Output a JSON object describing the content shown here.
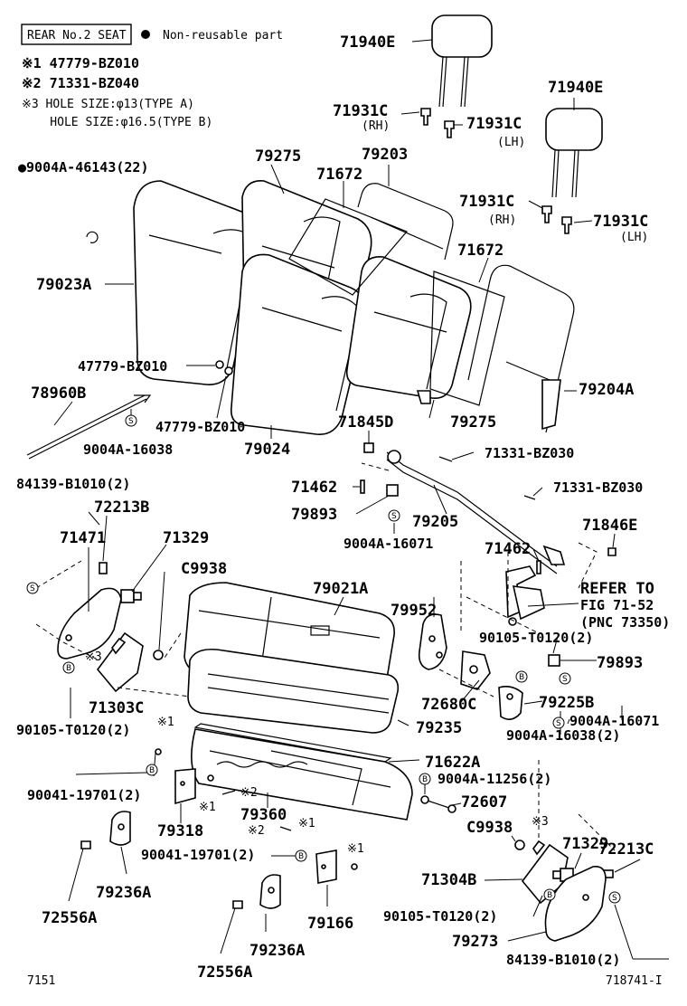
{
  "header": {
    "section_box": "REAR No.2 SEAT",
    "nonreusable_legend": "Non-reusable part",
    "notes": [
      "※1 47779-BZ010",
      "※2 71331-BZ040",
      "※3 HOLE SIZE:φ13(TYPE A)",
      "    HOLE SIZE:φ16.5(TYPE B)"
    ],
    "nonreusable_part": "●9004A-46143(22)"
  },
  "labels": {
    "l71940E_a": "71940E",
    "l71940E_b": "71940E",
    "l71931C_1": "71931C",
    "l71931C_1s": "(RH)",
    "l71931C_2": "71931C",
    "l71931C_2s": "(LH)",
    "l71931C_3": "71931C",
    "l71931C_3s": "(RH)",
    "l71931C_4": "71931C",
    "l71931C_4s": "(LH)",
    "l79275_a": "79275",
    "l79203": "79203",
    "l71672_a": "71672",
    "l71672_b": "71672",
    "l79023A": "79023A",
    "l47779_a": "47779-BZ010",
    "l47779_b": "47779-BZ010",
    "l78960B": "78960B",
    "l9004A16038": "9004A-16038",
    "l79024": "79024",
    "l71845D": "71845D",
    "l79275_b": "79275",
    "l79204A": "79204A",
    "l71331BZ030_a": "71331-BZ030",
    "l71331BZ030_b": "71331-BZ030",
    "l71462_a": "71462",
    "l79893_a": "79893",
    "l79205": "79205",
    "l9004A16071_a": "9004A-16071",
    "l71846E": "71846E",
    "l71462_b": "71462",
    "l84139_a": "84139-B1010(2)",
    "l72213B_a": "72213B",
    "l71471": "71471",
    "l71329_a": "71329",
    "lC9938_a": "C9938",
    "l79021A": "79021A",
    "l79952": "79952",
    "lrefer1": "REFER TO",
    "lrefer2": "FIG 71-52",
    "lrefer3": "(PNC 73350)",
    "l90105_a": "90105-T0120(2)",
    "l79893_b": "79893",
    "l71303C": "71303C",
    "l90105_b": "90105-T0120(2)",
    "l72680C": "72680C",
    "l79225B": "79225B",
    "l9004A16071_b": "9004A-16071",
    "l79235": "79235",
    "l9004A16038_2": "9004A-16038(2)",
    "l71622A": "71622A",
    "l90041_a": "90041-19701(2)",
    "l9004A11256": "9004A-11256(2)",
    "l72607": "72607",
    "l79318": "79318",
    "l79360": "79360",
    "lC9938_b": "C9938",
    "l71329_b": "71329",
    "l72213C": "72213C",
    "l79236A_a": "79236A",
    "l90041_b": "90041-19701(2)",
    "l71304B": "71304B",
    "l72556A_a": "72556A",
    "l79166": "79166",
    "l90105_c": "90105-T0120(2)",
    "l79273": "79273",
    "l79236A_b": "79236A",
    "l84139_b": "84139-B1010(2)",
    "l72556A_b": "72556A",
    "lx1_a": "※1",
    "lx1_b": "※1",
    "lx1_c": "※1",
    "lx1_d": "※1",
    "lx2_a": "※2",
    "lx2_b": "※2",
    "lx3_a": "※3",
    "lx3_b": "※3"
  },
  "footer": {
    "left_code": "7151",
    "right_code": "718741-I"
  }
}
